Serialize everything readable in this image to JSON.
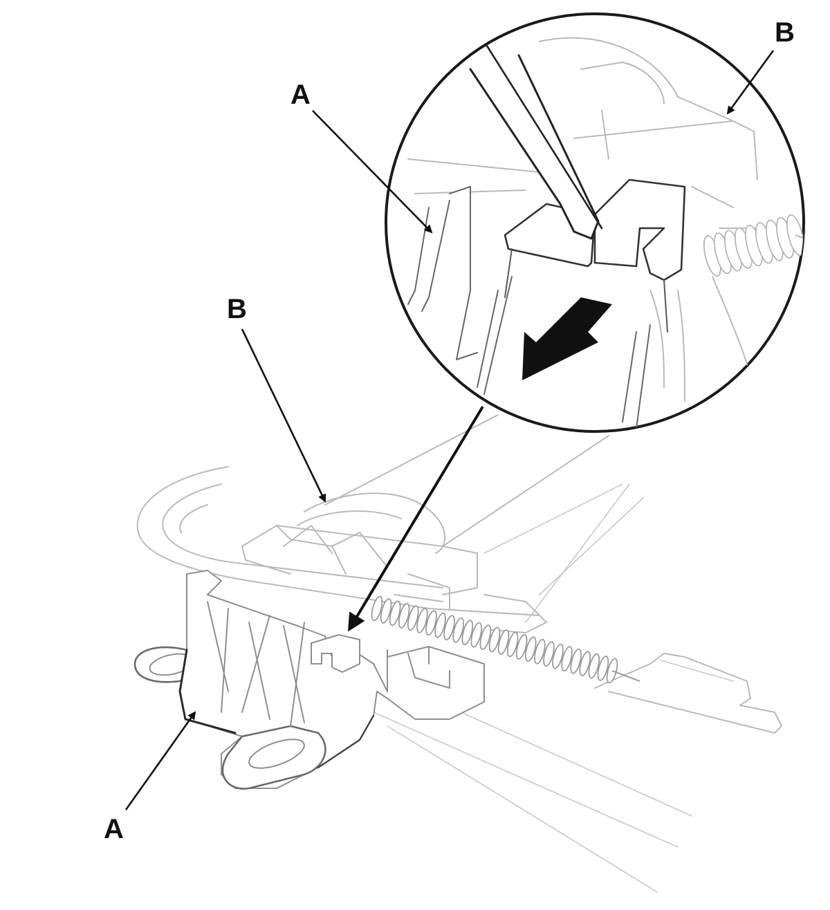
{
  "callouts": {
    "top_a": "A",
    "top_b": "B",
    "mid_b": "B",
    "bottom_a": "A"
  },
  "colors": {
    "ink": "#111111",
    "ghost_line": "#b9b9b9",
    "part_line": "#8e8e8e",
    "background": "#ffffff"
  },
  "icons": {
    "direction_arrow": "push-direction-arrow-icon",
    "zoom_circle": "detail-magnifier-circle"
  }
}
